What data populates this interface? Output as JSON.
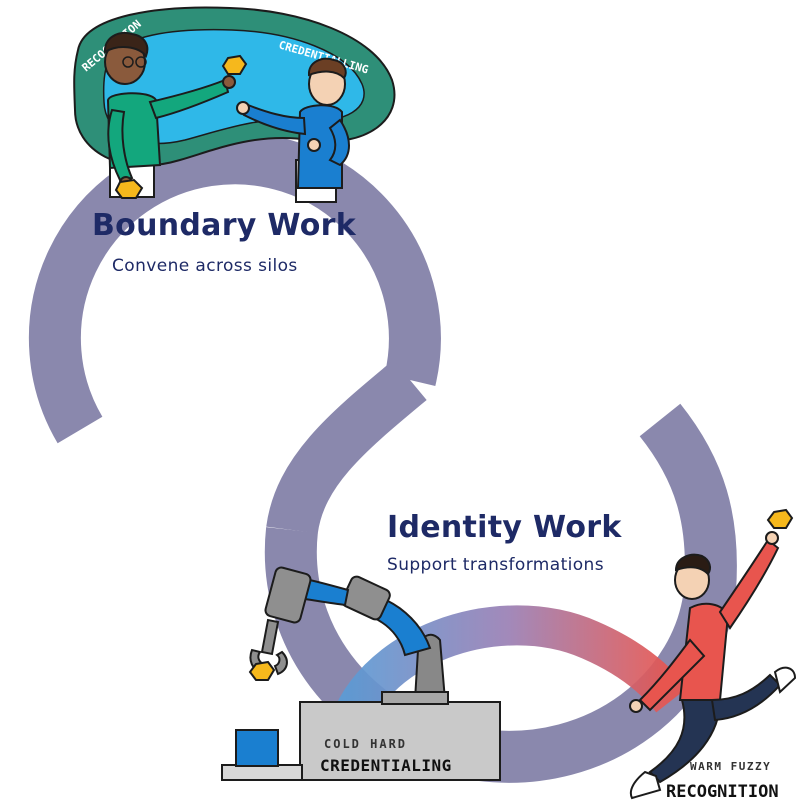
{
  "boundary": {
    "title": "Boundary Work",
    "subtitle": "Convene across silos",
    "bubble_left_label": "RECOGNITION",
    "bubble_right_label": "CREDENTIALLING"
  },
  "identity": {
    "title": "Identity Work",
    "subtitle": "Support transformations"
  },
  "machine": {
    "label_top": "COLD HARD",
    "label_bottom": "CREDENTIALING"
  },
  "person": {
    "label_top": "WARM FUZZY",
    "label_bottom": "RECOGNITION"
  },
  "colors": {
    "loop": "#8a88ad",
    "heading_text": "#1e2a66",
    "bubble_outer": "#2e8f78",
    "bubble_inner": "#2fb8e8",
    "cold_blue": "#5b9bd5",
    "warm_red": "#e8554e",
    "token": "#f6b81c"
  }
}
